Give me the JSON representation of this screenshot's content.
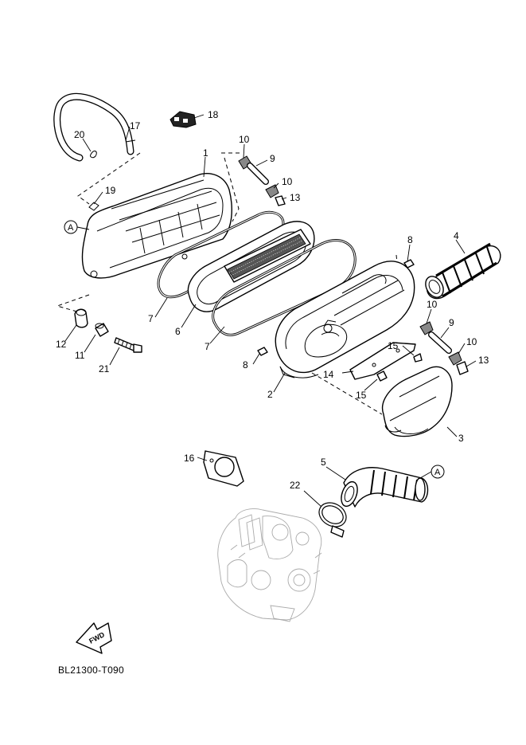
{
  "diagram": {
    "code": "BL21300-T090",
    "fwd_label": "FWD",
    "ref_mark": "A",
    "callouts": {
      "p1": "1",
      "p2": "2",
      "p3": "3",
      "p4": "4",
      "p5": "5",
      "p6": "6",
      "p7a": "7",
      "p7b": "7",
      "p8a": "8",
      "p8b": "8",
      "p9a": "9",
      "p9b": "9",
      "p10a": "10",
      "p10b": "10",
      "p10c": "10",
      "p10d": "10",
      "p11": "11",
      "p12": "12",
      "p13a": "13",
      "p13b": "13",
      "p14": "14",
      "p15a": "15",
      "p15b": "15",
      "p16": "16",
      "p17": "17",
      "p18": "18",
      "p19": "19",
      "p20": "20",
      "p21": "21",
      "p22": "22"
    }
  }
}
